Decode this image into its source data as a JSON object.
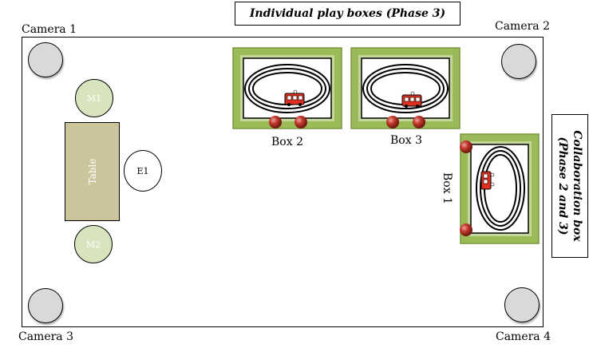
{
  "title": "Individual play boxes (Phase 3)",
  "collaboration": [
    "Collaboration box",
    "(Phase 2 and 3)"
  ],
  "cameras": [
    "Camera 1",
    "Camera 2",
    "Camera 3",
    "Camera 4"
  ],
  "people": {
    "m1": "M1",
    "m2": "M2",
    "e1": "E1"
  },
  "table": "Table",
  "boxes": {
    "box1": "Box 1",
    "box2": "Box 2",
    "box3": "Box 3"
  },
  "colors": {
    "frame": "#9bbb59",
    "ball": "#c0392b",
    "train": "#e03020",
    "camera": "#d9d9d9",
    "person_m": "#d7e4bd",
    "table": "#ccc49a"
  }
}
